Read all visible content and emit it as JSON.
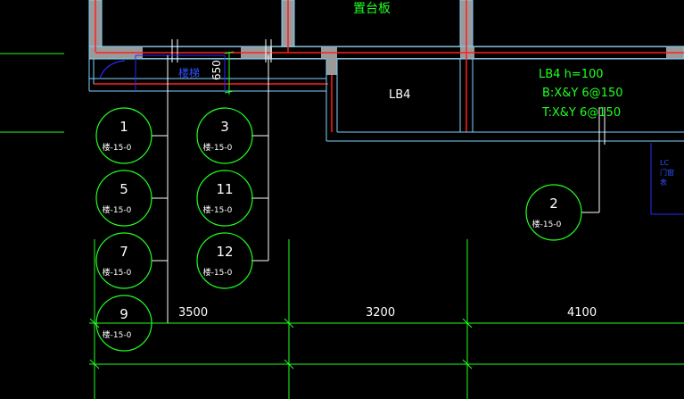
{
  "colors": {
    "background": "#000000",
    "wall_outline": "#7fd3ff",
    "wall_fill": "#9a9a9a",
    "red_line": "#ff2020",
    "green": "#20ff20",
    "white": "#ffffff",
    "blue": "#2a2aff"
  },
  "labels": {
    "top_room": "置台板",
    "slab_name": "LB4",
    "slab_spec_1": "LB4  h=100",
    "slab_spec_2": "B:X&Y 6@150",
    "slab_spec_3": "T:X&Y 6@150",
    "dim_650": "650",
    "blue_note": "楼梯",
    "right_note": "LC\n门窗\n表"
  },
  "markers": [
    {
      "num": "1",
      "sub": "楼-15-0"
    },
    {
      "num": "3",
      "sub": "楼-15-0"
    },
    {
      "num": "5",
      "sub": "楼-15-0"
    },
    {
      "num": "11",
      "sub": "楼-15-0"
    },
    {
      "num": "7",
      "sub": "楼-15-0"
    },
    {
      "num": "12",
      "sub": "楼-15-0"
    },
    {
      "num": "9",
      "sub": "楼-15-0"
    },
    {
      "num": "2",
      "sub": "楼-15-0"
    }
  ],
  "dimensions": [
    "3500",
    "3200",
    "4100"
  ]
}
